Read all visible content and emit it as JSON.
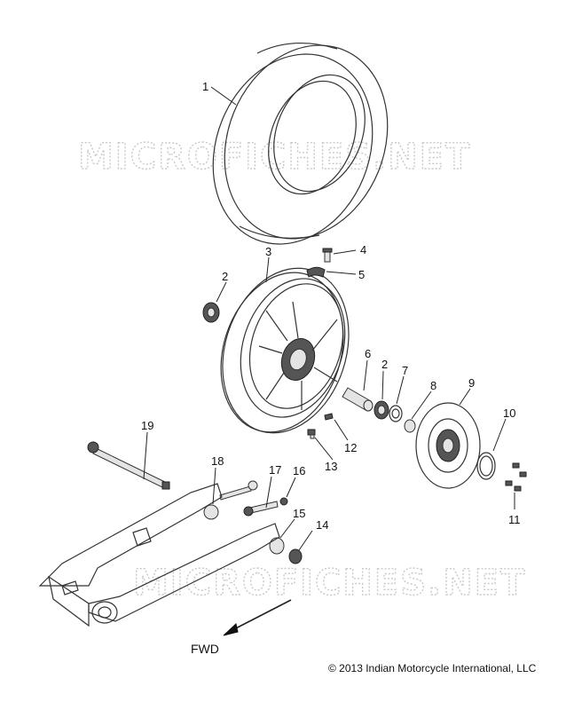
{
  "watermark": "MICROFICHES.NET",
  "direction_label": "FWD",
  "copyright": "© 2013 Indian Motorcycle International, LLC",
  "callouts": [
    "1",
    "2",
    "3",
    "4",
    "5",
    "6",
    "2",
    "7",
    "8",
    "9",
    "10",
    "11",
    "12",
    "13",
    "14",
    "15",
    "16",
    "17",
    "18",
    "19"
  ],
  "parts": {
    "tire": "1",
    "bearing": "2",
    "wheel": "3",
    "valve_screw": "4",
    "valve_clip": "5",
    "spacer": "6",
    "seal": "7",
    "bushing": "8",
    "brake_rotor": "9",
    "rotor_ring": "10",
    "rotor_bolts": "11",
    "valve_stem": "12",
    "valve_cap": "13",
    "nut": "14",
    "washer": "15",
    "small_nut": "16",
    "bolt": "17",
    "collar": "18",
    "axle": "19"
  }
}
